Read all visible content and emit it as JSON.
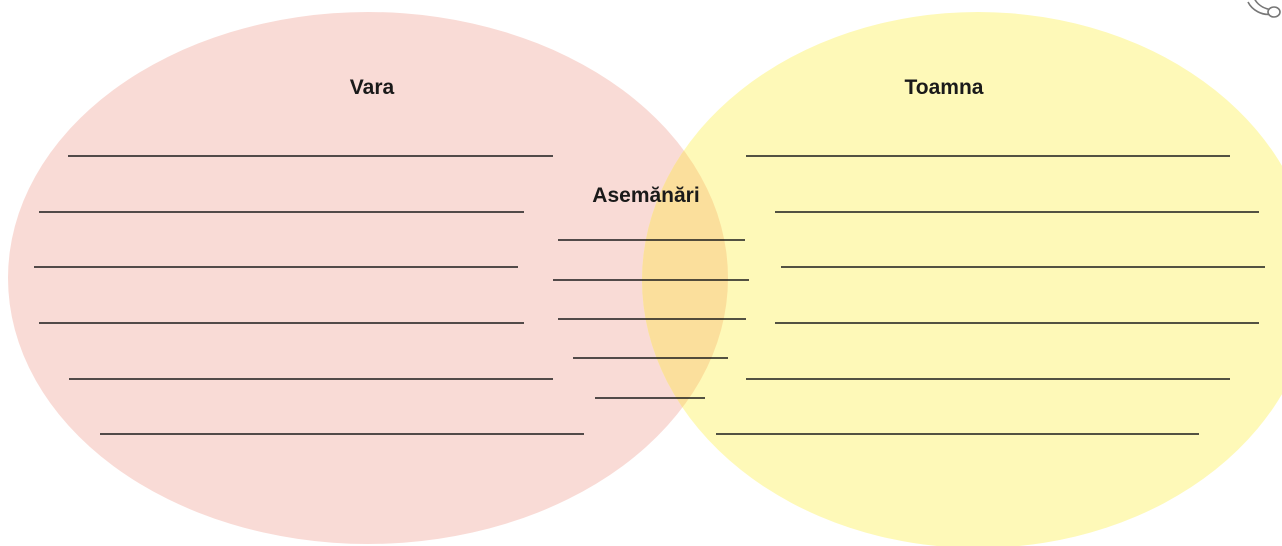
{
  "diagram": {
    "type": "venn",
    "left_set": {
      "label": "Vara",
      "color": "#f9dbd6",
      "answer_lines": 6
    },
    "right_set": {
      "label": "Toamna",
      "color": "#fef9b8",
      "answer_lines": 6
    },
    "intersection": {
      "label": "Asemănări",
      "color": "#fbdf9c",
      "answer_lines": 5
    },
    "line_color": "#1a1a1a",
    "corner_icon": "paperclip-icon"
  }
}
